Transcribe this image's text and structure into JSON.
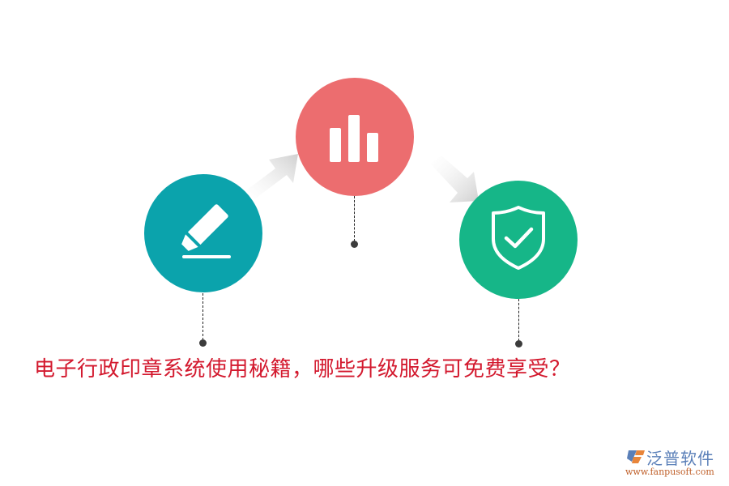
{
  "diagram": {
    "title": "电子行政印章系统使用秘籍，哪些升级服务可免费享受？",
    "title_color": "#d3192e",
    "steps": [
      {
        "icon": "pencil-edit-icon",
        "color": "#0ba3ac"
      },
      {
        "icon": "bar-chart-icon",
        "color": "#ec6d6f"
      },
      {
        "icon": "shield-check-icon",
        "color": "#16b688"
      }
    ],
    "arrows": [
      {
        "from": 1,
        "to": 2,
        "direction": "up-right"
      },
      {
        "from": 2,
        "to": 3,
        "direction": "down-right"
      }
    ]
  },
  "logo": {
    "name": "泛普软件",
    "url": "www.fanpusoft.com"
  }
}
